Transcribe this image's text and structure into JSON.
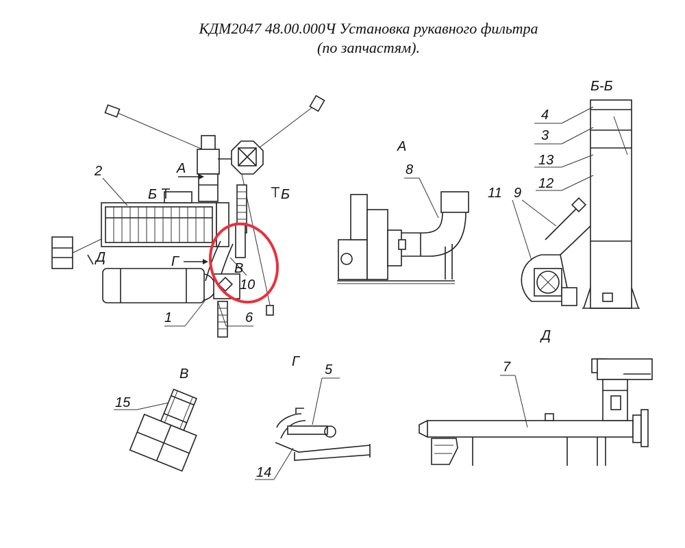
{
  "title": {
    "line1": "КДМ2047 48.00.000Ч Установка рукавного фильтра",
    "line2": "(по запчастям)."
  },
  "views": {
    "a": "А",
    "bb": "Б-Б",
    "v": "В",
    "g": "Г",
    "d": "Д"
  },
  "main_view": {
    "arrow_a": "А",
    "arrow_b_left": "Б",
    "arrow_b_right": "Б",
    "arrow_g": "Г",
    "arrow_d": "Д",
    "label_v": "В"
  },
  "parts": {
    "p1": "1",
    "p2": "2",
    "p3": "3",
    "p4": "4",
    "p5": "5",
    "p6": "6",
    "p7": "7",
    "p8": "8",
    "p9": "9",
    "p10": "10",
    "p11": "11",
    "p12": "12",
    "p13": "13",
    "p14": "14",
    "p15": "15"
  },
  "highlight_color": "#e8313d"
}
